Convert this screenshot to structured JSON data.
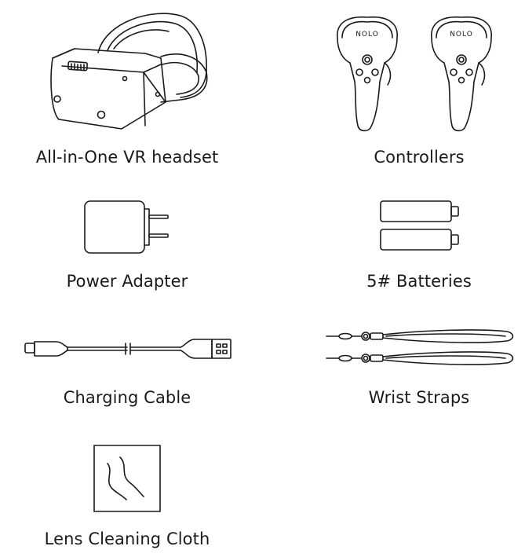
{
  "items": [
    {
      "label": "All-in-One VR headset",
      "icon": "vr-headset-icon"
    },
    {
      "label": "Controllers",
      "icon": "controllers-icon",
      "brand_text": "NOLO"
    },
    {
      "label": "Power Adapter",
      "icon": "power-adapter-icon"
    },
    {
      "label": "5# Batteries",
      "icon": "batteries-icon"
    },
    {
      "label": "Charging Cable",
      "icon": "charging-cable-icon"
    },
    {
      "label": "Wrist Straps",
      "icon": "wrist-straps-icon"
    },
    {
      "label": "Lens Cleaning Cloth",
      "icon": "lens-cloth-icon"
    }
  ]
}
